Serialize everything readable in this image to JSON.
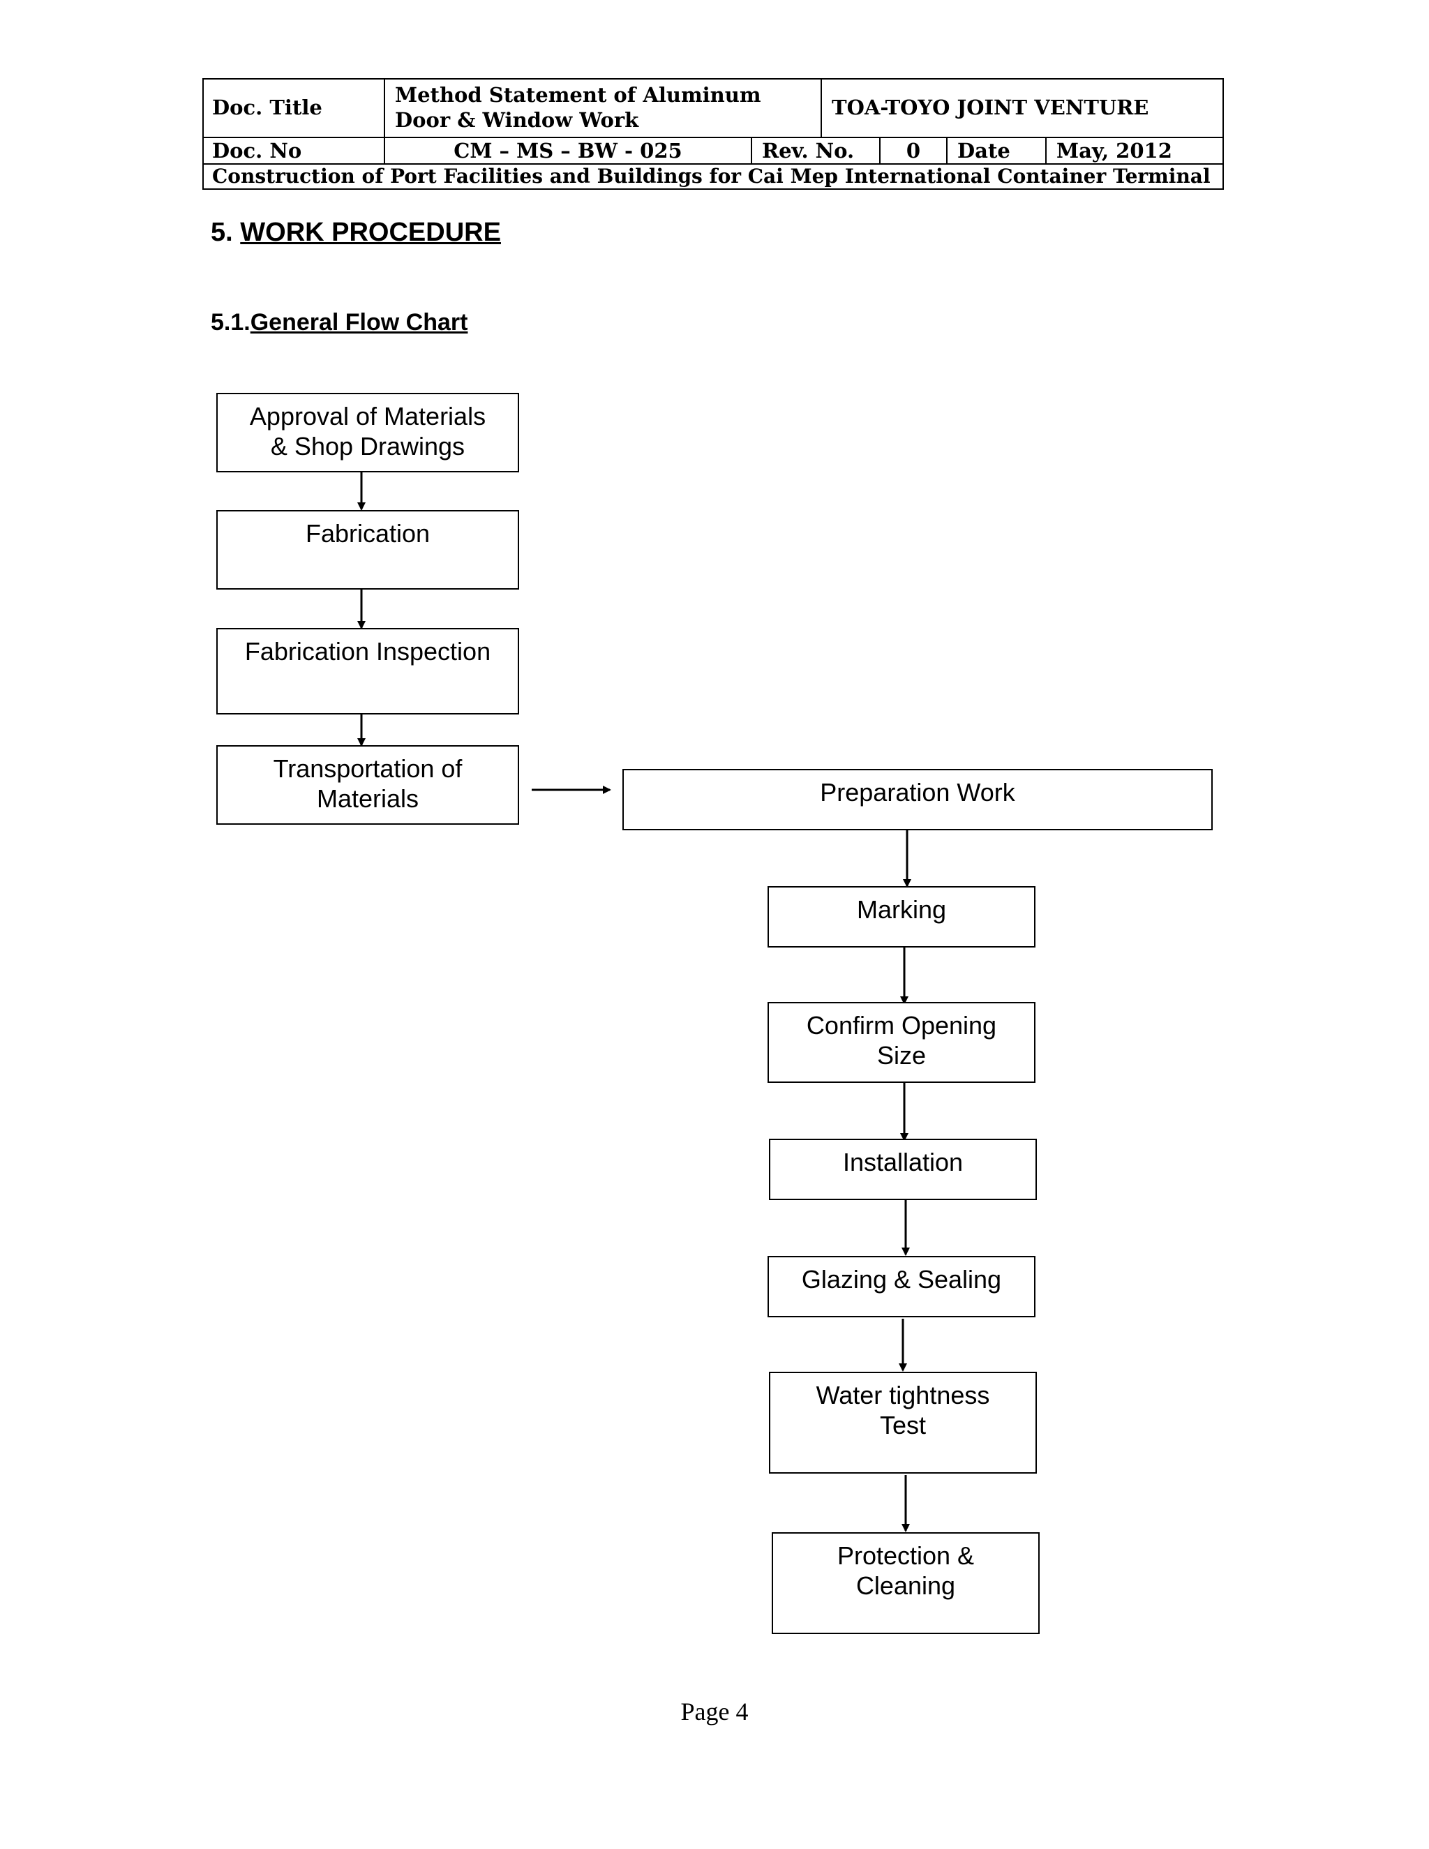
{
  "header": {
    "doc_title_label": "Doc. Title",
    "doc_title_line1": "Method Statement of Aluminum",
    "doc_title_line2": "Door & Window Work",
    "company": "TOA-TOYO JOINT VENTURE",
    "doc_no_label": "Doc. No",
    "doc_no_value": "CM – MS – BW - 025",
    "rev_label": "Rev. No.",
    "rev_value": "0",
    "date_label": "Date",
    "date_value": "May, 2012",
    "project": "Construction of Port Facilities and Buildings for Cai Mep International Container Terminal"
  },
  "section": {
    "number": "5.",
    "title": "WORK PROCEDURE",
    "sub_number": "5.1.",
    "sub_title": "General Flow Chart"
  },
  "flow": {
    "approval": "Approval of Materials\n& Shop Drawings",
    "fabrication": "Fabrication",
    "fabrication_inspection": "Fabrication Inspection",
    "transportation": "Transportation of\nMaterials",
    "preparation": "Preparation Work",
    "marking": "Marking",
    "confirm_opening": "Confirm Opening\nSize",
    "installation": "Installation",
    "glazing": "Glazing & Sealing",
    "water_test": "Water tightness\nTest",
    "protection": "Protection &\nCleaning"
  },
  "footer": {
    "page": "Page 4"
  }
}
